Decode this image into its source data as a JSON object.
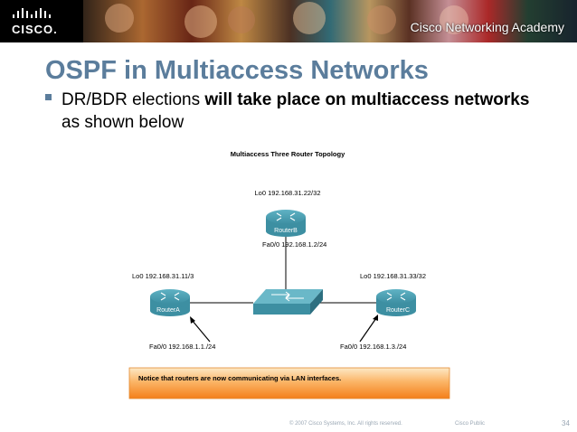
{
  "header": {
    "logo_text": "CISCO.",
    "academy_text": "Cisco Networking Academy"
  },
  "slide": {
    "title": "OSPF in Multiaccess Networks",
    "bullet": {
      "part1": "DR/BDR elections ",
      "bold1": "will take place on multiaccess networks",
      "part2": " as shown below"
    }
  },
  "diagram": {
    "title": "Multiaccess Three Router Topology",
    "routerB": {
      "name": "RouterB",
      "loopback": "Lo0 192.168.31.22/32",
      "fa": "Fa0/0   192.168.1.2/24"
    },
    "routerA": {
      "name": "RouterA",
      "loopback": "Lo0 192.168.31.11/3",
      "fa": "Fa0/0 192.168.1.1./24"
    },
    "routerC": {
      "name": "RouterC",
      "loopback": "Lo0 192.168.31.33/32",
      "fa": "Fa0/0 192.168.1.3./24"
    },
    "notice": "Notice that routers are now communicating via LAN interfaces."
  },
  "footer": {
    "copyright": "© 2007 Cisco Systems, Inc. All rights reserved.",
    "classification": "Cisco Public",
    "page_number": "34"
  },
  "colors": {
    "title": "#5b7d9c",
    "router": "#3d8fa2",
    "notice_top": "#fde2b3",
    "notice_bottom": "#f47f1a"
  }
}
